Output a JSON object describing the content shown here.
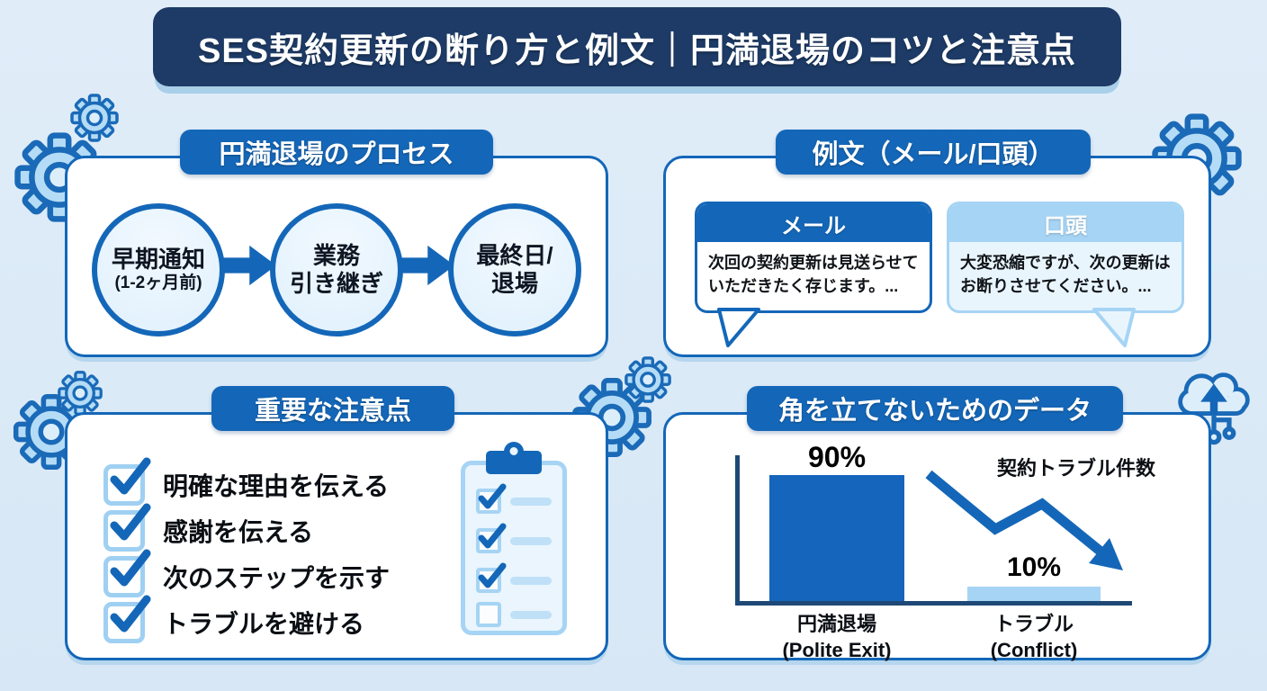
{
  "title": "SES契約更新の断り方と例文｜円満退場のコツと注意点",
  "colors": {
    "background": "#d7e7f5",
    "banner": "#1d3b66",
    "accent_blue": "#1467b8",
    "light_blue": "#a6d4f4",
    "pale_blue": "#e9f5fd",
    "axis": "#1e4976"
  },
  "panels": {
    "process": {
      "header": "円満退場のプロセス",
      "steps": [
        {
          "line1": "早期通知",
          "line2": "(1-2ヶ月前)"
        },
        {
          "line1": "業務",
          "line2": "引き継ぎ"
        },
        {
          "line1": "最終日/",
          "line2": "退場"
        }
      ]
    },
    "examples": {
      "header": "例文（メール/口頭）",
      "bubbles": [
        {
          "label": "メール",
          "text": "次回の契約更新は見送らせていただきたく存じます。..."
        },
        {
          "label": "口頭",
          "text": "大変恐縮ですが、次の更新はお断りさせてください。..."
        }
      ]
    },
    "cautions": {
      "header": "重要な注意点",
      "items": [
        "明確な理由を伝える",
        "感謝を伝える",
        "次のステップを示す",
        "トラブルを避ける"
      ]
    },
    "data": {
      "header": "角を立てないためのデータ"
    }
  },
  "chart_data": {
    "type": "bar",
    "categories": [
      "円満退場 (Polite Exit)",
      "トラブル (Conflict)"
    ],
    "category_lines": [
      [
        "円満退場",
        "(Polite Exit)"
      ],
      [
        "トラブル",
        "(Conflict)"
      ]
    ],
    "values": [
      90,
      10
    ],
    "value_labels": [
      "90%",
      "10%"
    ],
    "colors": [
      "#1565bd",
      "#a6d4f4"
    ],
    "title": "角を立てないためのデータ",
    "annotation": "契約トラブル件数",
    "ylim": [
      0,
      100
    ],
    "grid": false,
    "legend": false,
    "trend": "decreasing"
  }
}
